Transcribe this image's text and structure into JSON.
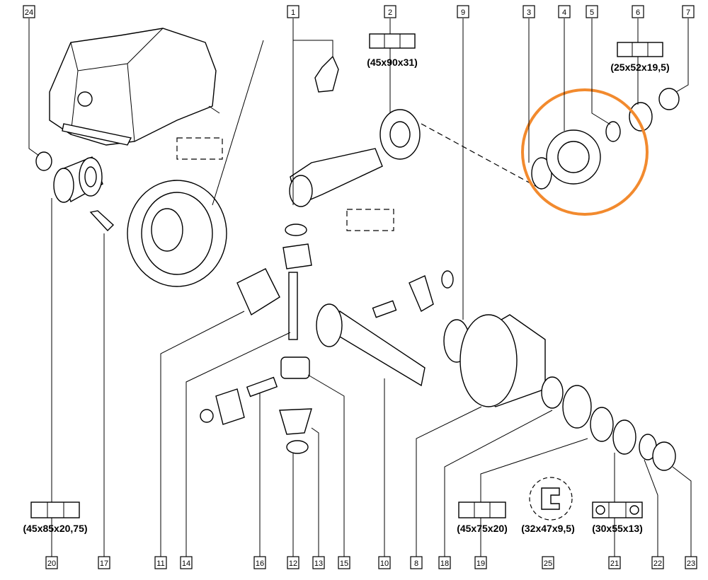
{
  "title": "Transmission differential and final drive exploded parts diagram",
  "highlight_color": "#f28a2e",
  "top_labels": [
    "24",
    "1",
    "2",
    "9",
    "3",
    "4",
    "5",
    "6",
    "7"
  ],
  "bottom_labels": [
    "20",
    "17",
    "11",
    "14",
    "16",
    "12",
    "13",
    "15",
    "10",
    "8",
    "18",
    "19",
    "25",
    "21",
    "22",
    "23"
  ],
  "bearing_specs": {
    "part_2": "(45x90x31)",
    "part_6": "(25x52x19,5)",
    "part_20": "(45x85x20,75)",
    "part_19": "(45x75x20)",
    "part_25": "(32x47x9,5)",
    "part_21": "(30x55x13)"
  }
}
